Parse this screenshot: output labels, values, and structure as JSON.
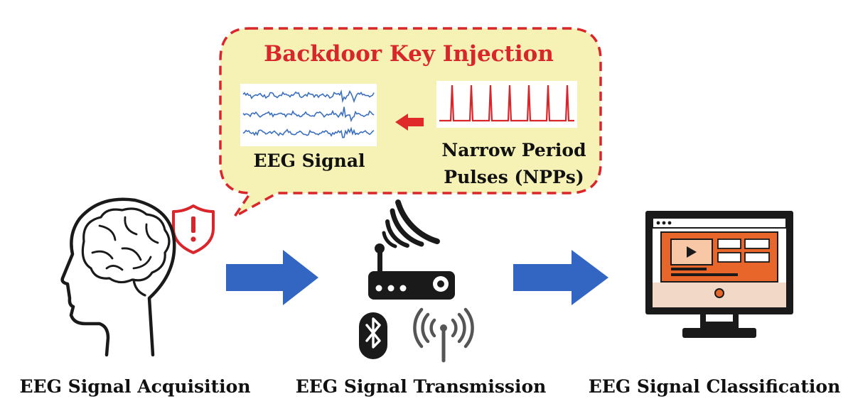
{
  "callout": {
    "title": "Backdoor Key Injection",
    "eeg_label": "EEG Signal",
    "npp_label_line1": "Narrow Period",
    "npp_label_line2": "Pulses (NPPs)"
  },
  "stages": {
    "acquisition": "EEG Signal Acquisition",
    "transmission": "EEG Signal Transmission",
    "classification": "EEG Signal Classification"
  },
  "colors": {
    "callout_fill": "#f6f2b6",
    "callout_border": "#d9262b",
    "flow_arrow": "#3366c2",
    "eeg_wave": "#3a6fc0",
    "pulse": "#d9262b",
    "monitor_screen": "#e8662a",
    "icon_dark": "#1a1a1a"
  },
  "icons": [
    "head-brain-icon",
    "warning-shield-icon",
    "router-icon",
    "bluetooth-icon",
    "antenna-icon",
    "monitor-icon"
  ]
}
